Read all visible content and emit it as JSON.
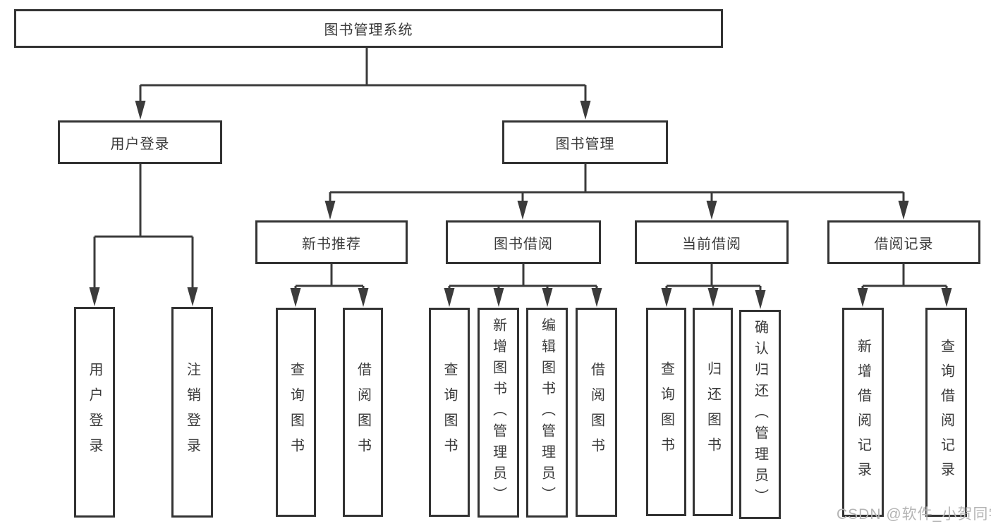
{
  "tree": {
    "root": "图书管理系统",
    "branches": [
      {
        "label": "用户登录",
        "children": [
          "用户登录",
          "注销登录"
        ]
      },
      {
        "label": "图书管理",
        "groups": [
          {
            "label": "新书推荐",
            "children": [
              "查询图书",
              "借阅图书"
            ]
          },
          {
            "label": "图书借阅",
            "children": [
              "查询图书",
              "新增图书（管理员）",
              "编辑图书（管理员）",
              "借阅图书"
            ]
          },
          {
            "label": "当前借阅",
            "children": [
              "查询图书",
              "归还图书",
              "确认归还（管理员）"
            ]
          },
          {
            "label": "借阅记录",
            "children": [
              "新增借阅记录",
              "查询借阅记录"
            ]
          }
        ]
      }
    ]
  },
  "watermark": {
    "text": "CSDN @软件_小贺同学"
  },
  "colors": {
    "line": "#3b3b3b",
    "box_border": "#333333",
    "text": "#3a3a3a",
    "watermark": "#b4b4b4",
    "background": "#ffffff"
  }
}
